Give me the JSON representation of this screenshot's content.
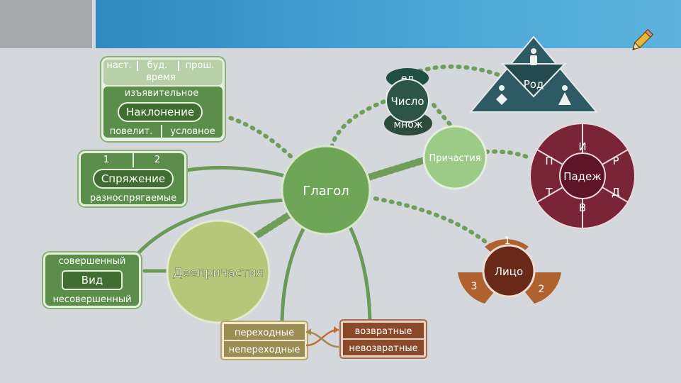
{
  "center": {
    "label": "Глагол"
  },
  "mood": {
    "tense_items": [
      "наст.",
      "буд.",
      "прош."
    ],
    "tense_label": "время",
    "indicative": "изъявительное",
    "title": "Наклонение",
    "imperative": "повелит.",
    "conditional": "условное"
  },
  "conjugation": {
    "items": [
      "1",
      "2"
    ],
    "title": "Спряжение",
    "irregular": "разноспрягаемые"
  },
  "aspect": {
    "perfective": "совершенный",
    "title": "Вид",
    "imperfective": "несовершенный"
  },
  "gerund": {
    "label": "Деепричастия"
  },
  "transitivity": {
    "transitive": "переходные",
    "intransitive": "непереходные"
  },
  "reflexivity": {
    "reflexive": "возвратные",
    "nonreflexive": "невозвратные"
  },
  "number": {
    "singular": "ед",
    "title": "Число",
    "plural": "множ"
  },
  "gender": {
    "title": "Род"
  },
  "participle": {
    "label": "Причастия"
  },
  "case": {
    "title": "Падеж",
    "letters": [
      "И",
      "Р",
      "Д",
      "В",
      "Т",
      "П"
    ]
  },
  "person": {
    "title": "Лицо",
    "items": [
      "1",
      "2",
      "3"
    ]
  },
  "colors": {
    "green_dark": "#4f8a3c",
    "green_light": "#88b878",
    "teal": "#2e5a64",
    "maroon": "#7a2438",
    "brown": "#8a4a2a",
    "orange_brown": "#b0622e",
    "sky": "#3b96cc"
  }
}
